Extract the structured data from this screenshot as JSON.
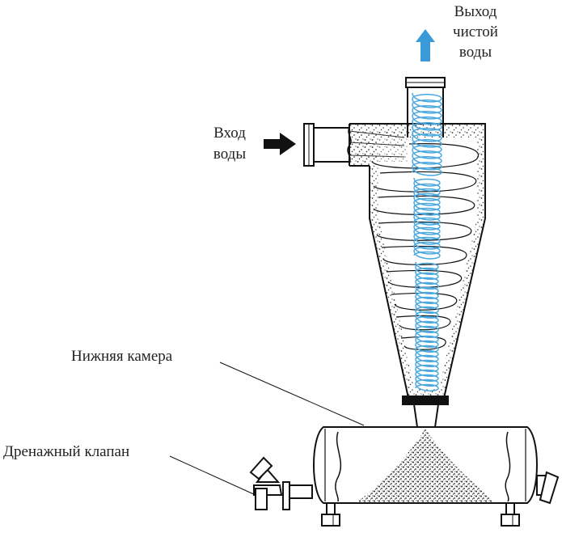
{
  "labels": {
    "outlet_line1": "Выход",
    "outlet_line2": "чистой",
    "outlet_line3": "воды",
    "inlet_line1": "Вход",
    "inlet_line2": "воды",
    "lower_chamber": "Нижняя камера",
    "drain_valve": "Дренажный клапан"
  },
  "colors": {
    "flow_arrow_out": "#3a9ad9",
    "spiral_blue": "#4aa8e0",
    "arrow_in": "#111111",
    "outline": "#111111"
  }
}
